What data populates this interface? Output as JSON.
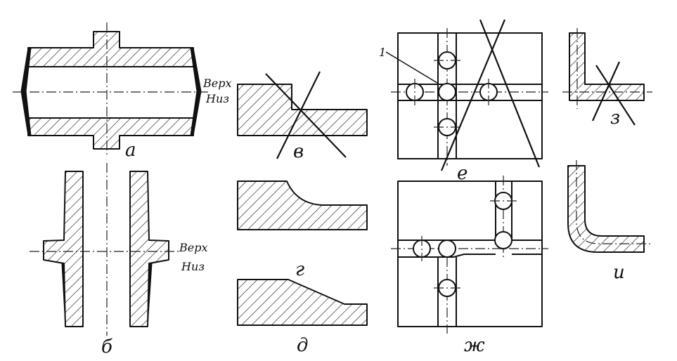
{
  "labels": {
    "a": "а",
    "b": "б",
    "v": "в",
    "g": "г",
    "d": "д",
    "e": "е",
    "zh": "ж",
    "z": "з",
    "i": "и",
    "callout_1": "1",
    "top_a": "Верх",
    "bottom_a": "Низ",
    "top_b": "Верх",
    "bottom_b": "Низ"
  }
}
